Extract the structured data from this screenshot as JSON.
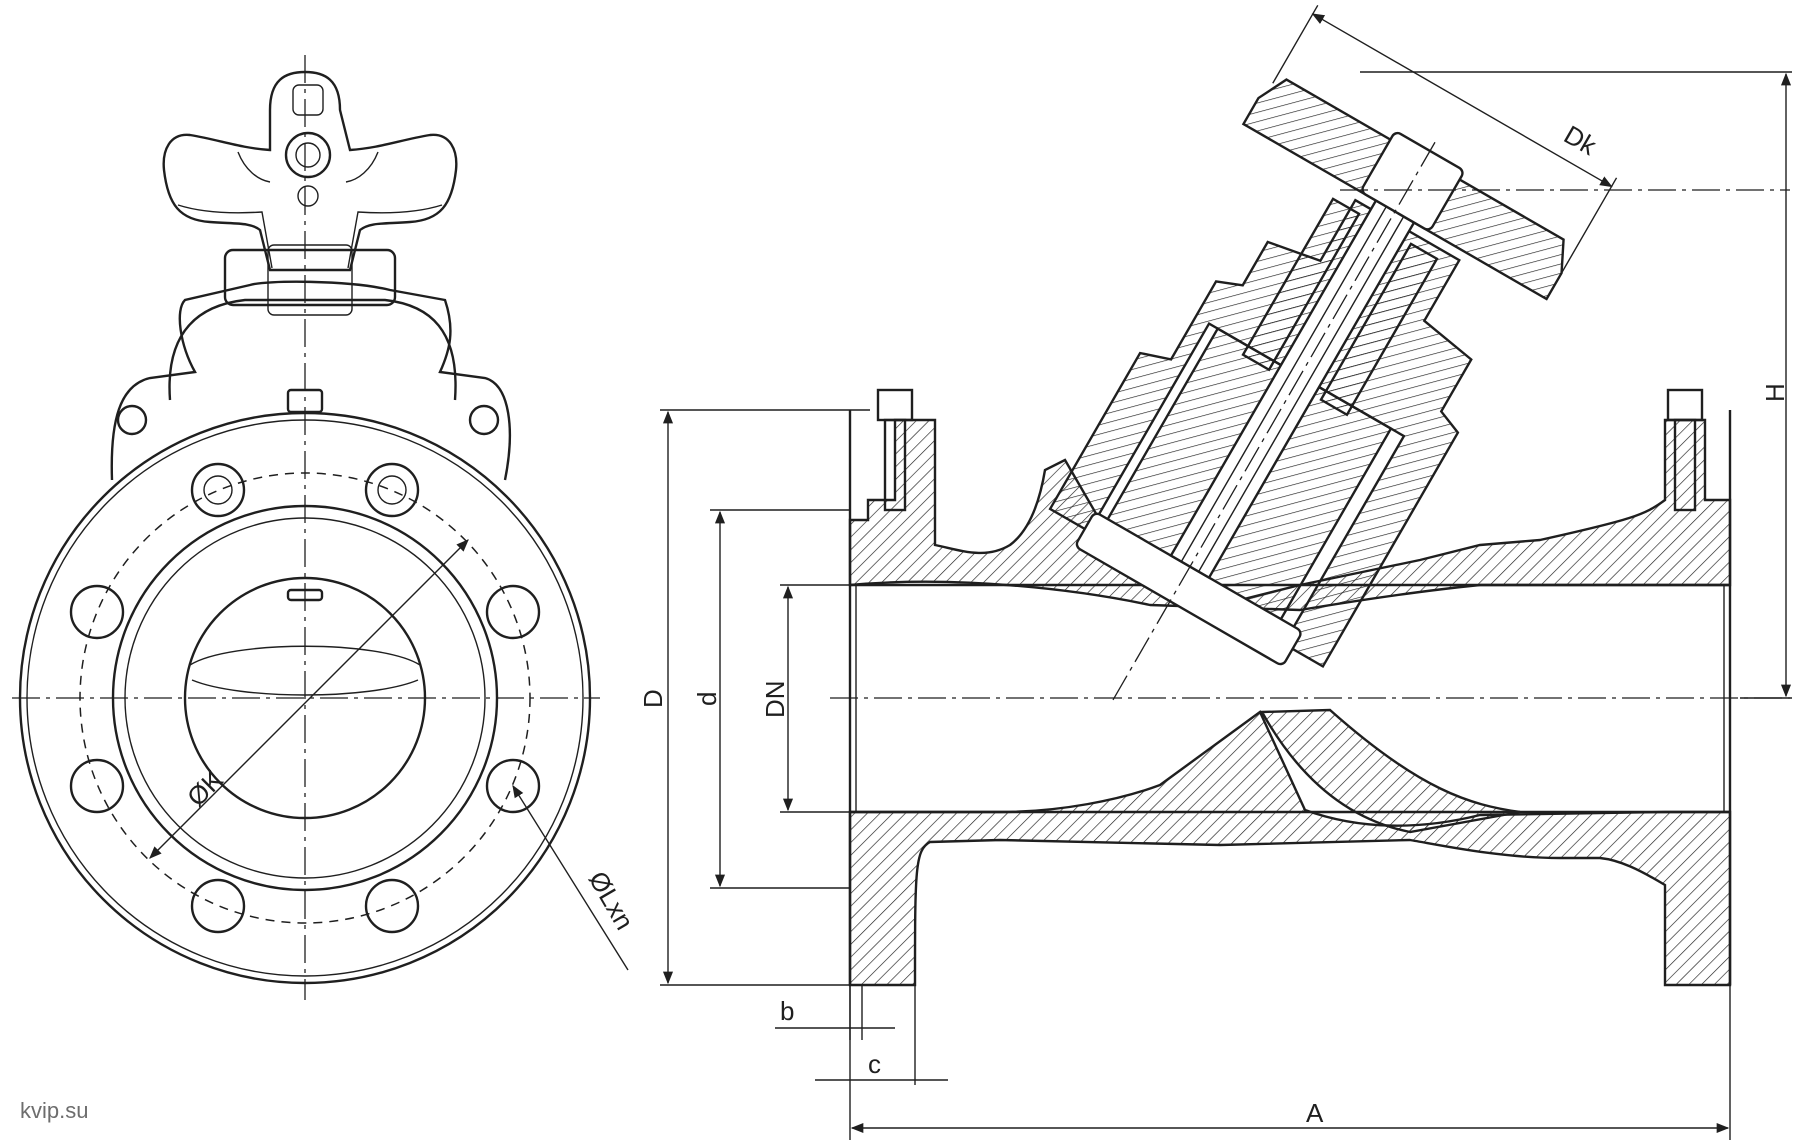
{
  "labels": {
    "D": "D",
    "d": "d",
    "DN": "DN",
    "H": "H",
    "Dk": "Dk",
    "A": "A",
    "b": "b",
    "c": "c",
    "K": "ØK",
    "L": "ØLxn"
  },
  "watermark": "kvip.su",
  "colors": {
    "line": "#1f1f1f",
    "background": "#ffffff",
    "watermark": "#6d6d6d"
  }
}
